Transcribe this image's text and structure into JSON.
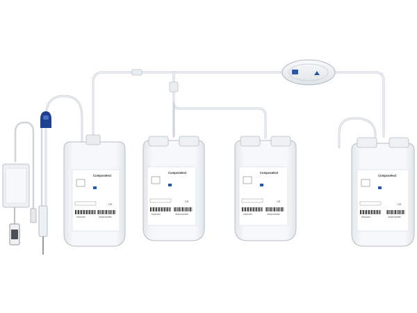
{
  "product": {
    "brand": "Composelect",
    "accent_color": "#2b56a8",
    "bag_fill_color": "#f2f4f6",
    "tube_color": "#cfd6dc"
  },
  "labels": [
    {
      "brand": "Composelect",
      "code": "PQ01250",
      "ref": "4DQK3HF505"
    },
    {
      "brand": "Composelect",
      "code": "PQ01250",
      "ref": "4DQK3HF505"
    },
    {
      "brand": "Composelect",
      "code": "PQ01250",
      "ref": "4DQK3HF505"
    },
    {
      "brand": "Composelect",
      "code": "PQ01250",
      "ref": "4DQK3HF505"
    }
  ]
}
